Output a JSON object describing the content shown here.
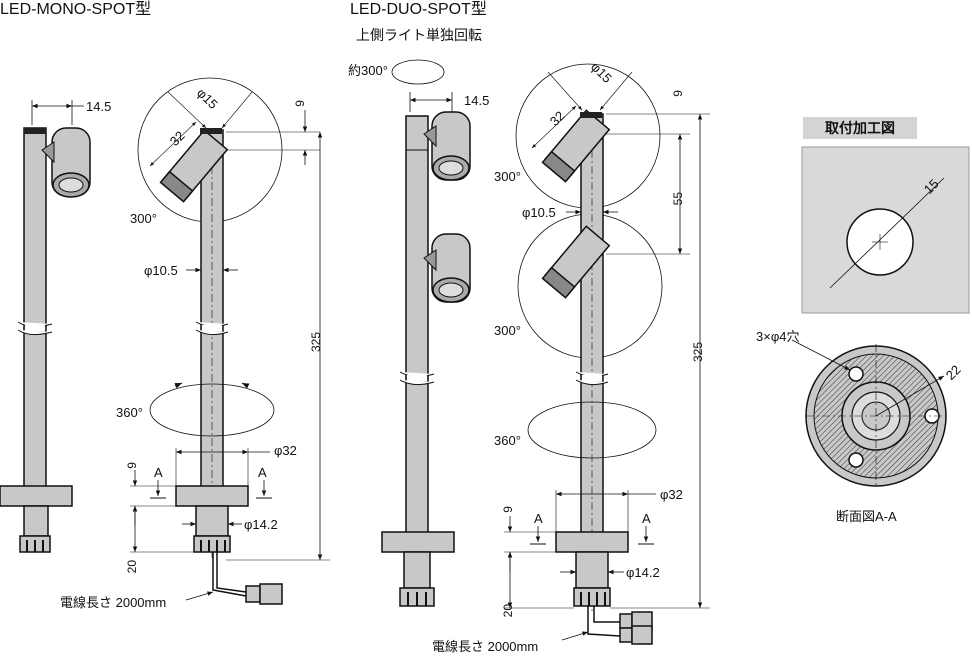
{
  "titles": {
    "mono": "LED-MONO-SPOT型",
    "duo": "LED-DUO-SPOT型",
    "duo_sub": "上側ライト単独回転",
    "duo_rot": "約300°"
  },
  "mono": {
    "d145": "14.5",
    "phi15": "φ15",
    "d32": "32",
    "d9": "9",
    "a300": "300°",
    "phi105": "φ10.5",
    "d325": "325",
    "a360": "360°",
    "phi32": "φ32",
    "d9b": "9",
    "sectA1": "A",
    "sectA2": "A",
    "phi42": "φ14.2",
    "d20": "20",
    "cable": "電線長さ 2000mm"
  },
  "duo": {
    "d145": "14.5",
    "phi15": "φ15",
    "d32": "32",
    "d9": "9",
    "a300a": "300°",
    "d55": "55",
    "phi105": "φ10.5",
    "a300b": "300°",
    "d325": "325",
    "a360": "360°",
    "phi32": "φ32",
    "d9b": "9",
    "sectA1": "A",
    "sectA2": "A",
    "phi42": "φ14.2",
    "d20": "20",
    "cable": "電線長さ 2000mm"
  },
  "mounting": {
    "title": "取付加工図",
    "d15": "15",
    "holes": "3×φ4穴",
    "d22": "22",
    "section": "断面図A-A"
  },
  "colors": {
    "metal": "#c8c8c8",
    "dark": "#1a1a1a",
    "panel": "#d9d9d9"
  }
}
